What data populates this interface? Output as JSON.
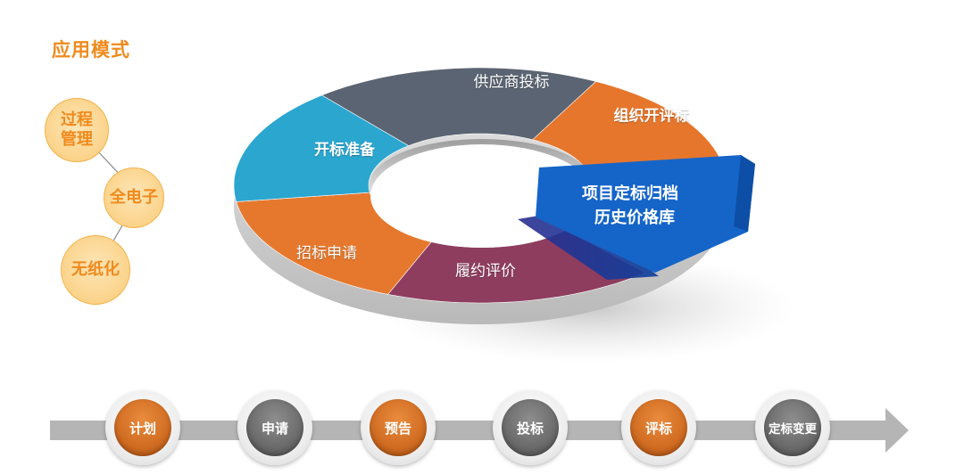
{
  "title": "应用模式",
  "modes": [
    {
      "line1": "过程",
      "line2": "管理"
    },
    {
      "line1": "全电子",
      "line2": ""
    },
    {
      "line1": "无纸化",
      "line2": ""
    }
  ],
  "cycle_segments": [
    {
      "label": "供应商投标",
      "color": "#5b6472"
    },
    {
      "label": "组织开评标",
      "color": "#e6762c"
    },
    {
      "label": "履约评价",
      "color": "#8e3d5f"
    },
    {
      "label": "招标申请",
      "color": "#e6782e"
    },
    {
      "label": "开标准备",
      "color": "#2aa6cf"
    }
  ],
  "archive": {
    "line1": "项目定标归档",
    "line2": "历史价格库",
    "color": "#1565c9"
  },
  "process_steps": [
    {
      "label": "计划",
      "style": "orange"
    },
    {
      "label": "申请",
      "style": "grey"
    },
    {
      "label": "预告",
      "style": "orange"
    },
    {
      "label": "投标",
      "style": "grey"
    },
    {
      "label": "评标",
      "style": "orange"
    },
    {
      "label": "定标变更",
      "style": "grey"
    }
  ],
  "colors": {
    "accent_orange": "#f08a1c",
    "arrow_grey": "#b5b5b5"
  }
}
